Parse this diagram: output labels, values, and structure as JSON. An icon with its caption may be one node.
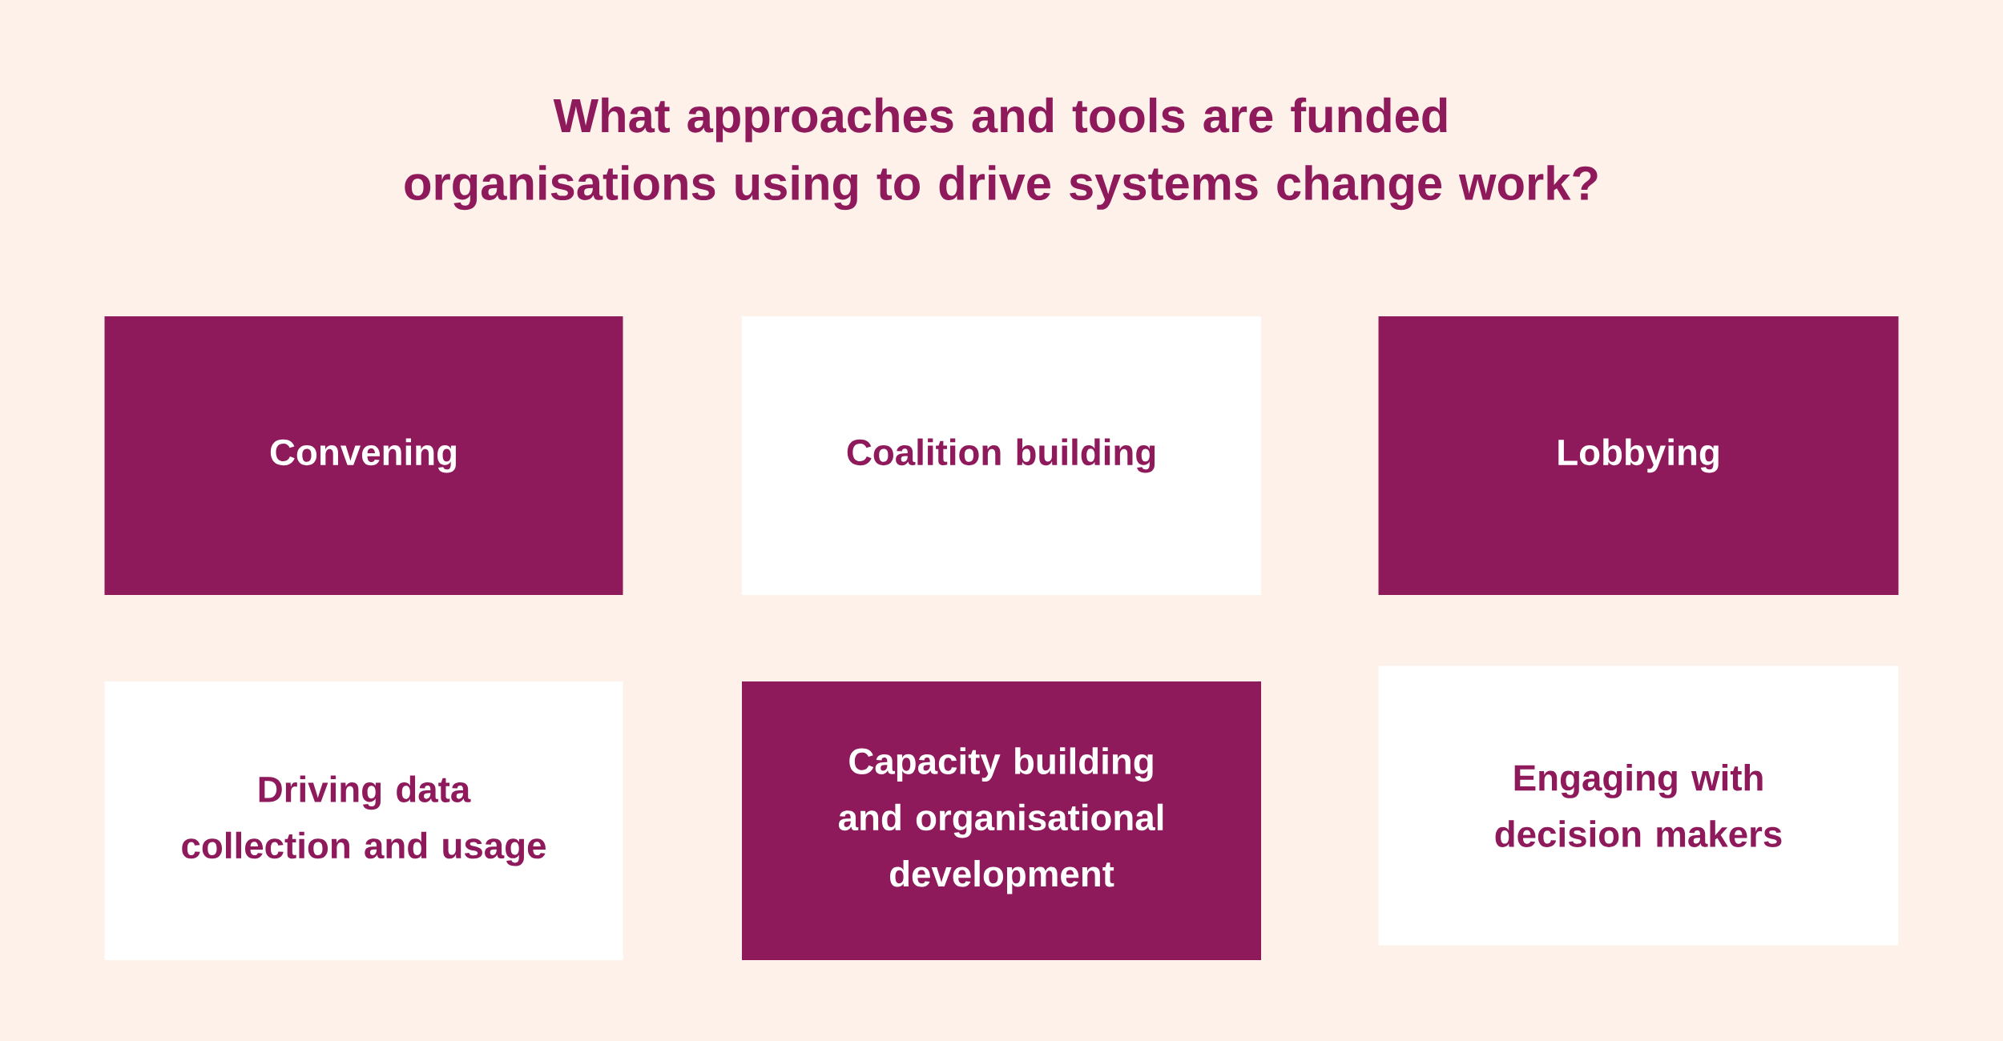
{
  "diagram": {
    "title": "What approaches and tools are funded organisations using to drive systems change work?",
    "nodes": [
      {
        "text": [
          "Convening"
        ]
      },
      {
        "text": [
          "Coalition building"
        ]
      },
      {
        "text": [
          "Lobbying"
        ]
      },
      {
        "text": [
          "Driving data collection and usage"
        ]
      },
      {
        "text": [
          "Capacity building and organisational development"
        ]
      },
      {
        "text": [
          "Engaging with decision makers"
        ]
      }
    ],
    "edges": []
  }
}
